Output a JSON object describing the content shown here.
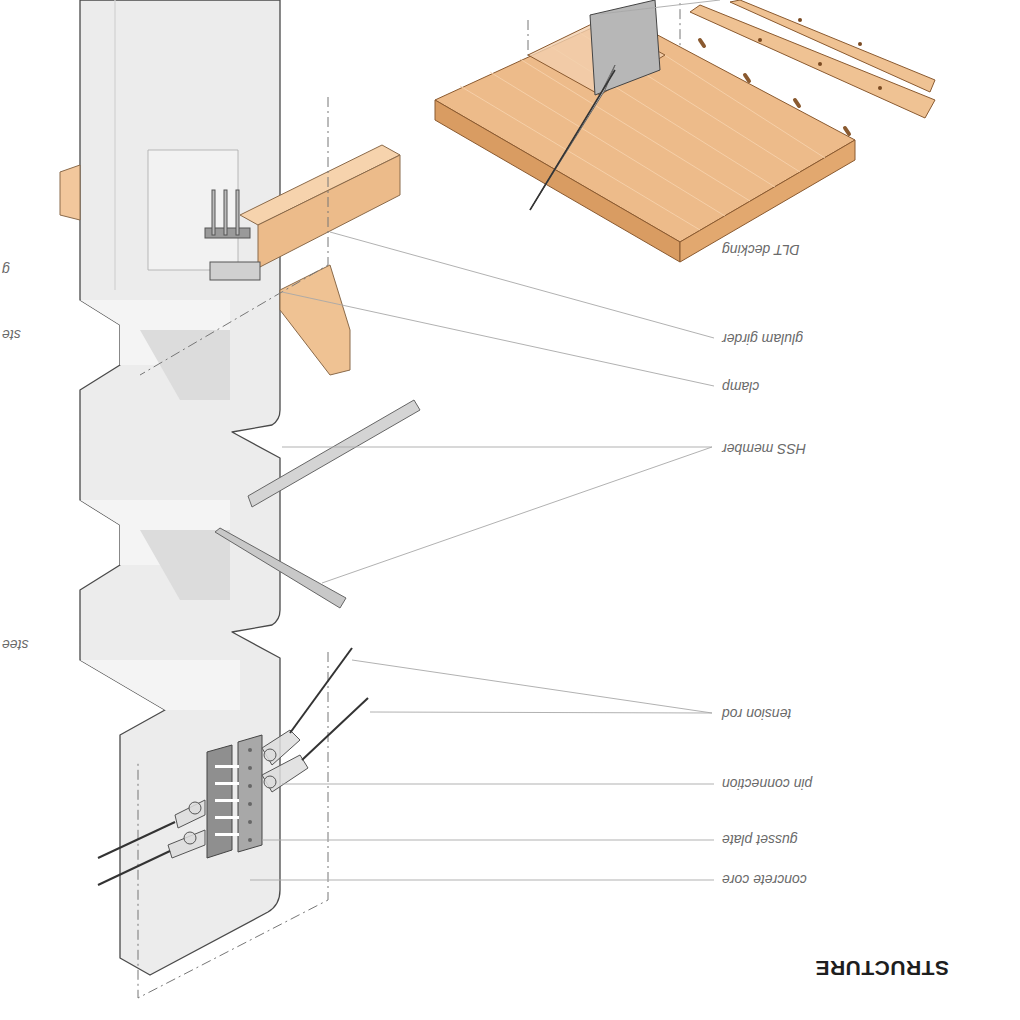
{
  "diagram": {
    "title": "STRUCTURE",
    "labels": [
      "DLT decking",
      "glulam girder",
      "clamp",
      "HSS member",
      "tension rod",
      "pin connection",
      "gusset plate",
      "concrete core",
      "g",
      "ste",
      "stee"
    ]
  }
}
